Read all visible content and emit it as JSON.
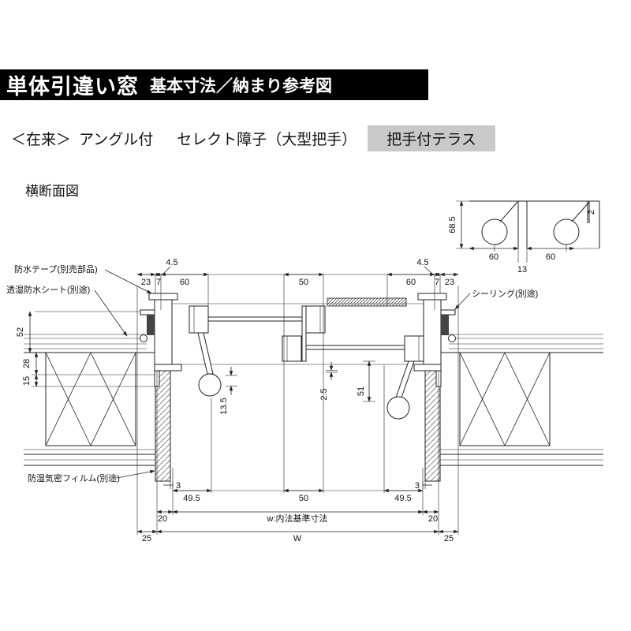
{
  "header": {
    "title": "単体引違い窓",
    "subtitle": "基本寸法／納まり参考図"
  },
  "subheader": {
    "kind": "＜在来＞",
    "feature1": "アングル付",
    "feature2": "セレクト障子（大型把手）",
    "badge": "把手付テラス"
  },
  "section": {
    "label": "横断面図"
  },
  "callouts": {
    "tape": "防水テープ(別売部品)",
    "sheet": "透湿防水シート(別途)",
    "sealing": "シーリング(別途)",
    "film": "防湿気密フィルム(別途)"
  },
  "detail": {
    "h685": "68.5",
    "w60a": "60",
    "w60b": "60",
    "w13": "13",
    "g2": "2"
  },
  "dims": {
    "t45l": "4.5",
    "t23l": "23",
    "t7l": "7",
    "t60l": "60",
    "t50": "50",
    "t60r": "60",
    "t7r": "7",
    "t23r": "23",
    "t45r": "4.5",
    "v52": "52",
    "v28": "28",
    "v15": "15",
    "m135": "13.5",
    "m25": "2.5",
    "m51": "51",
    "b3l": "3",
    "b495l": "49.5",
    "b50": "50",
    "b495r": "49.5",
    "b3r": "3",
    "b20l": "20",
    "bw": "w:内法基準寸法",
    "b20r": "20",
    "b25l": "25",
    "bW": "W",
    "b25r": "25"
  }
}
